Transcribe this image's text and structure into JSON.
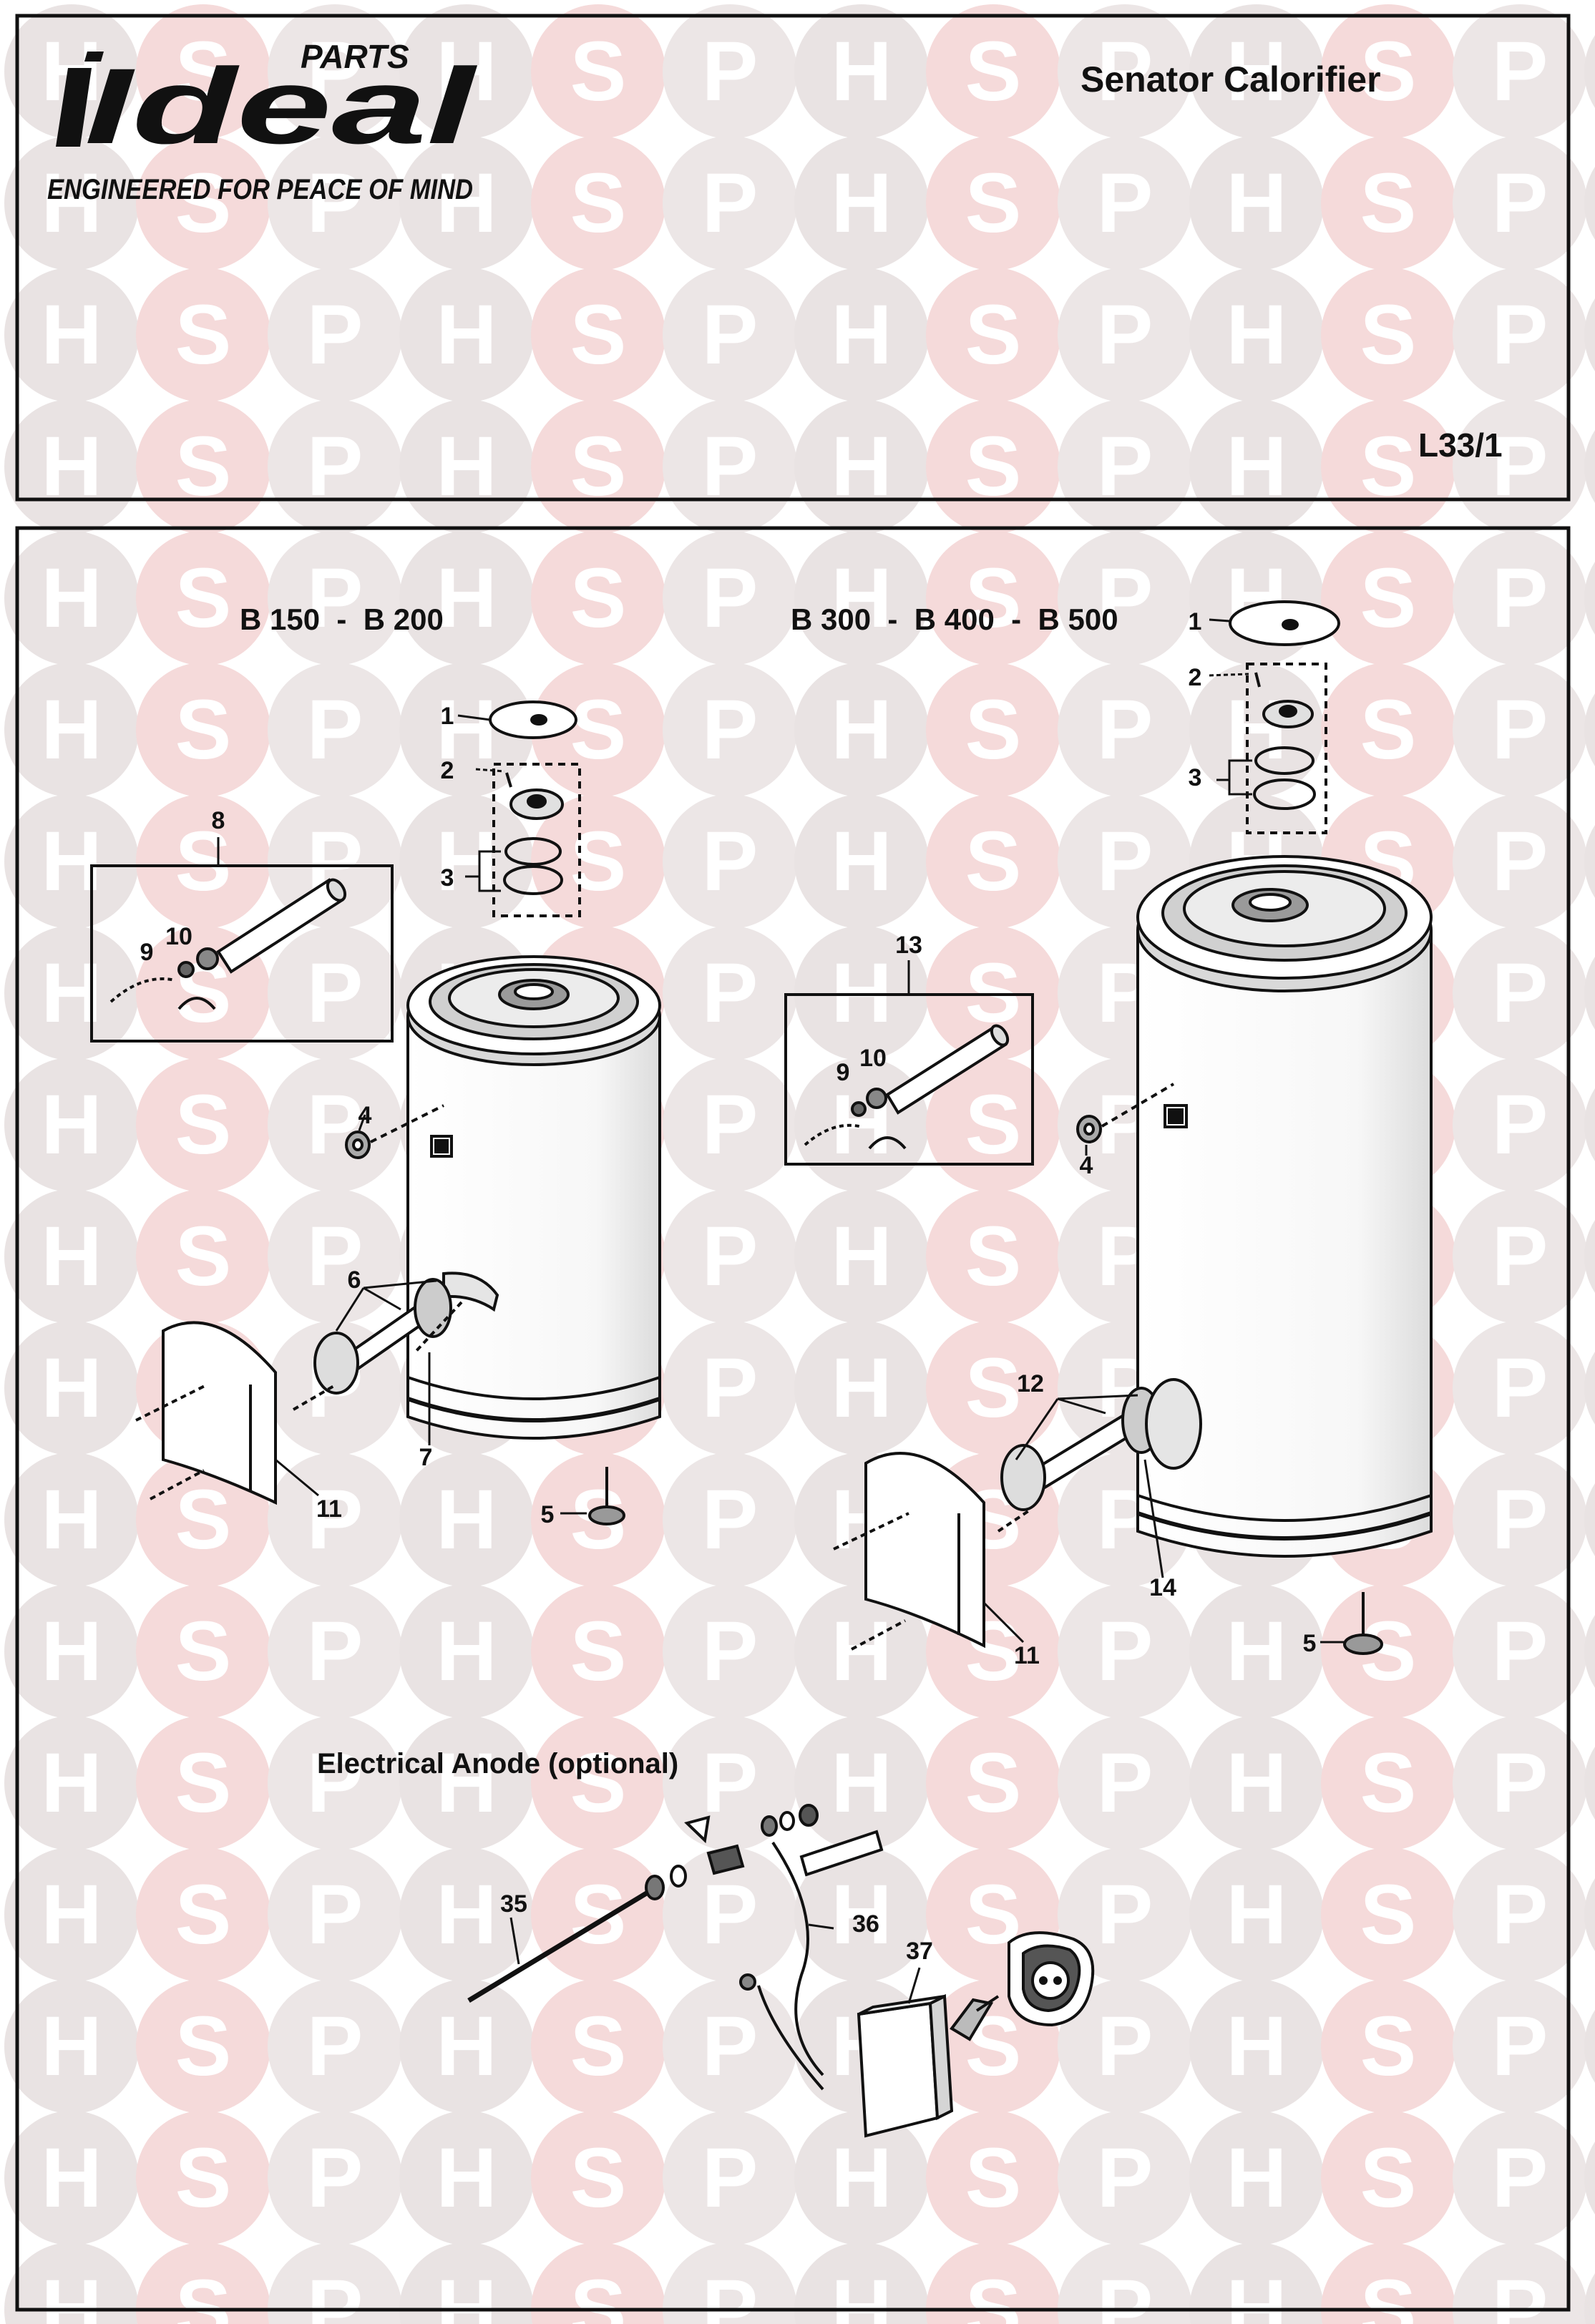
{
  "brand": {
    "name": "Ideal",
    "parts_text": "PARTS",
    "tagline": "ENGINEERED FOR PEACE OF MIND"
  },
  "header": {
    "title": "Senator Calorifier",
    "page_ref": "L33/1"
  },
  "watermark": {
    "letters": [
      "H",
      "S",
      "P"
    ],
    "colors": {
      "h": "#e9e3e3",
      "s": "#f5dada",
      "p": "#ece6e6"
    }
  },
  "diagram": {
    "left_group_title": "B 150  -  B 200",
    "right_group_title": "B 300  -  B 400  -  B 500",
    "anode_title": "Electrical Anode (optional)",
    "left_callouts": [
      "1",
      "2",
      "3",
      "8",
      "9",
      "10",
      "4",
      "6",
      "7",
      "11",
      "5"
    ],
    "right_callouts": [
      "1",
      "2",
      "3",
      "13",
      "9",
      "10",
      "4",
      "12",
      "14",
      "11",
      "5"
    ],
    "anode_callouts": [
      "35",
      "36",
      "37"
    ]
  }
}
